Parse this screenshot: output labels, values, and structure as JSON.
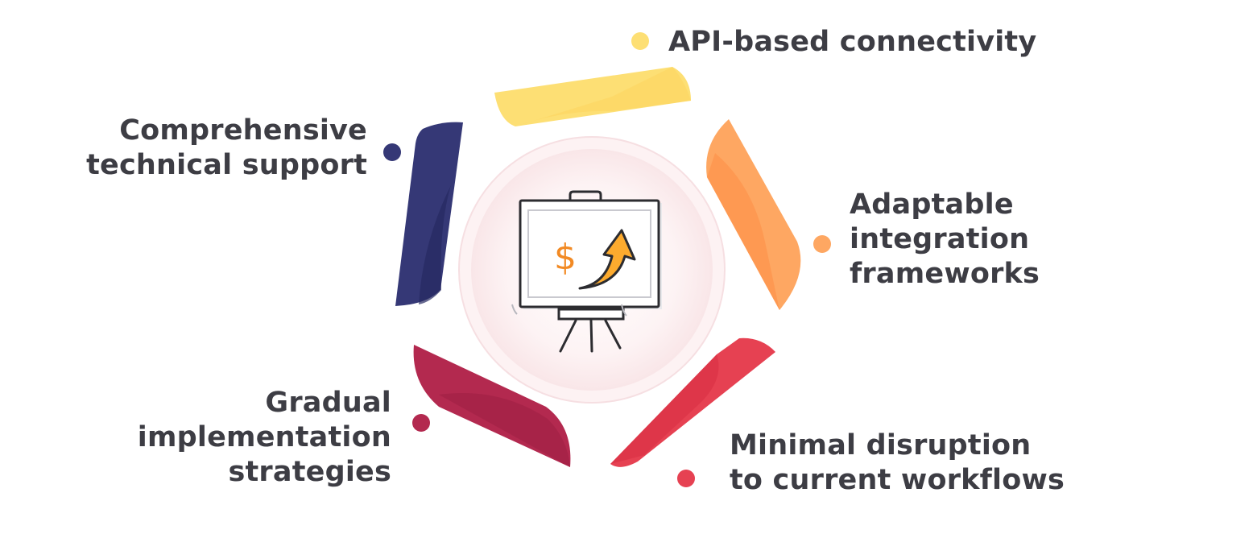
{
  "colors": {
    "yellow": "#fddf74",
    "orange": "#fea762",
    "red": "#e64152",
    "maroon": "#b3294f",
    "navy": "#353876",
    "text": "#3d3d44"
  },
  "items": [
    {
      "lines": [
        "API-based connectivity"
      ],
      "color": "#fddf74"
    },
    {
      "lines": [
        "Adaptable",
        "integration",
        "frameworks"
      ],
      "color": "#fea762"
    },
    {
      "lines": [
        "Minimal disruption",
        "to current workflows"
      ],
      "color": "#e64152"
    },
    {
      "lines": [
        "Gradual",
        "implementation",
        "strategies"
      ],
      "color": "#b3294f"
    },
    {
      "lines": [
        "Comprehensive",
        "technical support"
      ],
      "color": "#353876"
    }
  ],
  "center": {
    "icon": "presentation-board-growth-icon",
    "symbol": "$"
  }
}
